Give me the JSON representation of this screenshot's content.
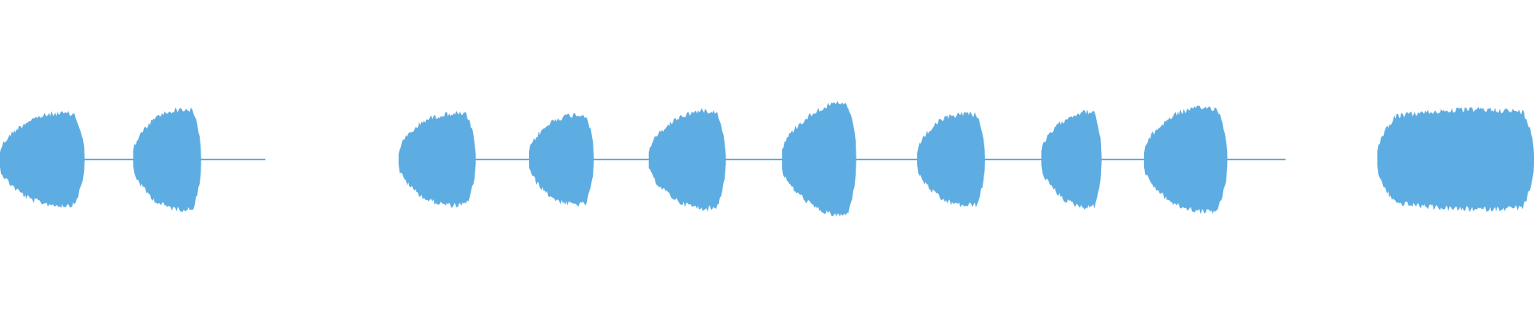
{
  "waveform": {
    "color": "#5dade2",
    "background": "#ffffff",
    "amplitude_envelope_scale": "relative",
    "segments": [
      {
        "kind": "tone",
        "start": 0.0,
        "end": 0.055,
        "peak": 0.92,
        "attack": 0.02
      },
      {
        "kind": "tail",
        "start": 0.055,
        "end": 0.087,
        "level": 0.02
      },
      {
        "kind": "tone",
        "start": 0.087,
        "end": 0.131,
        "peak": 1.0,
        "attack": 0.016
      },
      {
        "kind": "tail",
        "start": 0.131,
        "end": 0.173,
        "level": 0.02
      },
      {
        "kind": "silence",
        "start": 0.173,
        "end": 0.26
      },
      {
        "kind": "tone",
        "start": 0.26,
        "end": 0.31,
        "peak": 0.92,
        "attack": 0.018
      },
      {
        "kind": "tail",
        "start": 0.31,
        "end": 0.345,
        "level": 0.02
      },
      {
        "kind": "tone",
        "start": 0.345,
        "end": 0.387,
        "peak": 0.9,
        "attack": 0.016
      },
      {
        "kind": "tail",
        "start": 0.387,
        "end": 0.423,
        "level": 0.02
      },
      {
        "kind": "tone",
        "start": 0.423,
        "end": 0.473,
        "peak": 0.98,
        "attack": 0.02
      },
      {
        "kind": "tail",
        "start": 0.473,
        "end": 0.51,
        "level": 0.02
      },
      {
        "kind": "tone",
        "start": 0.51,
        "end": 0.558,
        "peak": 1.12,
        "attack": 0.022
      },
      {
        "kind": "tail",
        "start": 0.558,
        "end": 0.598,
        "level": 0.02
      },
      {
        "kind": "tone",
        "start": 0.598,
        "end": 0.642,
        "peak": 0.92,
        "attack": 0.016
      },
      {
        "kind": "tail",
        "start": 0.642,
        "end": 0.679,
        "level": 0.02
      },
      {
        "kind": "tone",
        "start": 0.679,
        "end": 0.718,
        "peak": 0.95,
        "attack": 0.016
      },
      {
        "kind": "tail",
        "start": 0.718,
        "end": 0.746,
        "level": 0.02
      },
      {
        "kind": "tone",
        "start": 0.746,
        "end": 0.8,
        "peak": 1.04,
        "attack": 0.02
      },
      {
        "kind": "tail",
        "start": 0.8,
        "end": 0.838,
        "level": 0.02
      },
      {
        "kind": "silence",
        "start": 0.838,
        "end": 0.898
      },
      {
        "kind": "tone",
        "start": 0.898,
        "end": 1.0,
        "peak": 1.0,
        "attack": 0.012
      }
    ]
  }
}
